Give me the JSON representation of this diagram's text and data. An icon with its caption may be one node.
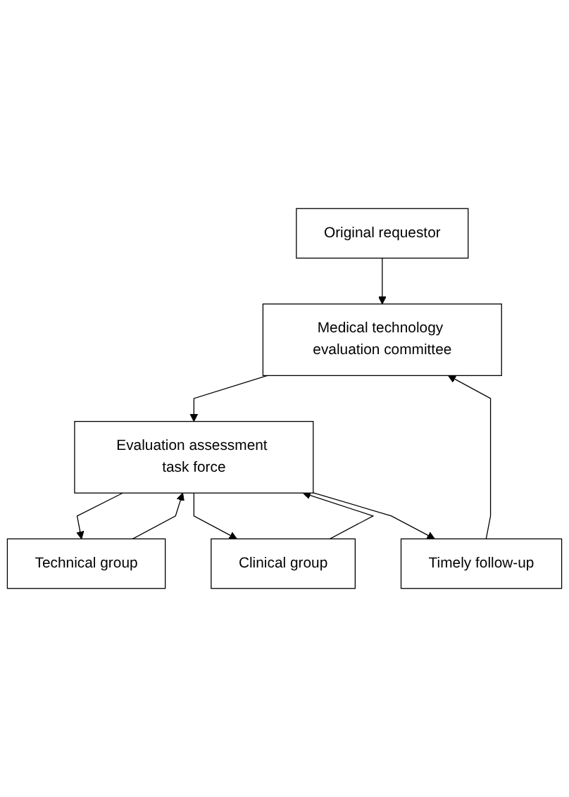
{
  "diagram": {
    "nodes": [
      {
        "text": [
          "Original requestor"
        ]
      },
      {
        "text": [
          "Medical technology evaluation committee"
        ]
      },
      {
        "text": [
          "Evaluation assessment task force"
        ]
      },
      {
        "text": [
          "Technical group"
        ]
      },
      {
        "text": [
          "Clinical group"
        ]
      },
      {
        "text": [
          "Timely follow-up"
        ]
      }
    ],
    "edges": [
      {
        "from": 0,
        "to": 1,
        "arrow": "to"
      },
      {
        "from": 1,
        "to": 2,
        "arrow": "to"
      },
      {
        "from": 2,
        "to": 3,
        "arrow": "to"
      },
      {
        "from": 3,
        "to": 2,
        "arrow": "to"
      },
      {
        "from": 2,
        "to": 4,
        "arrow": "to"
      },
      {
        "from": 4,
        "to": 2,
        "arrow": "to"
      },
      {
        "from": 2,
        "to": 5,
        "arrow": "to"
      },
      {
        "from": 5,
        "to": 1,
        "arrow": "to"
      }
    ]
  }
}
